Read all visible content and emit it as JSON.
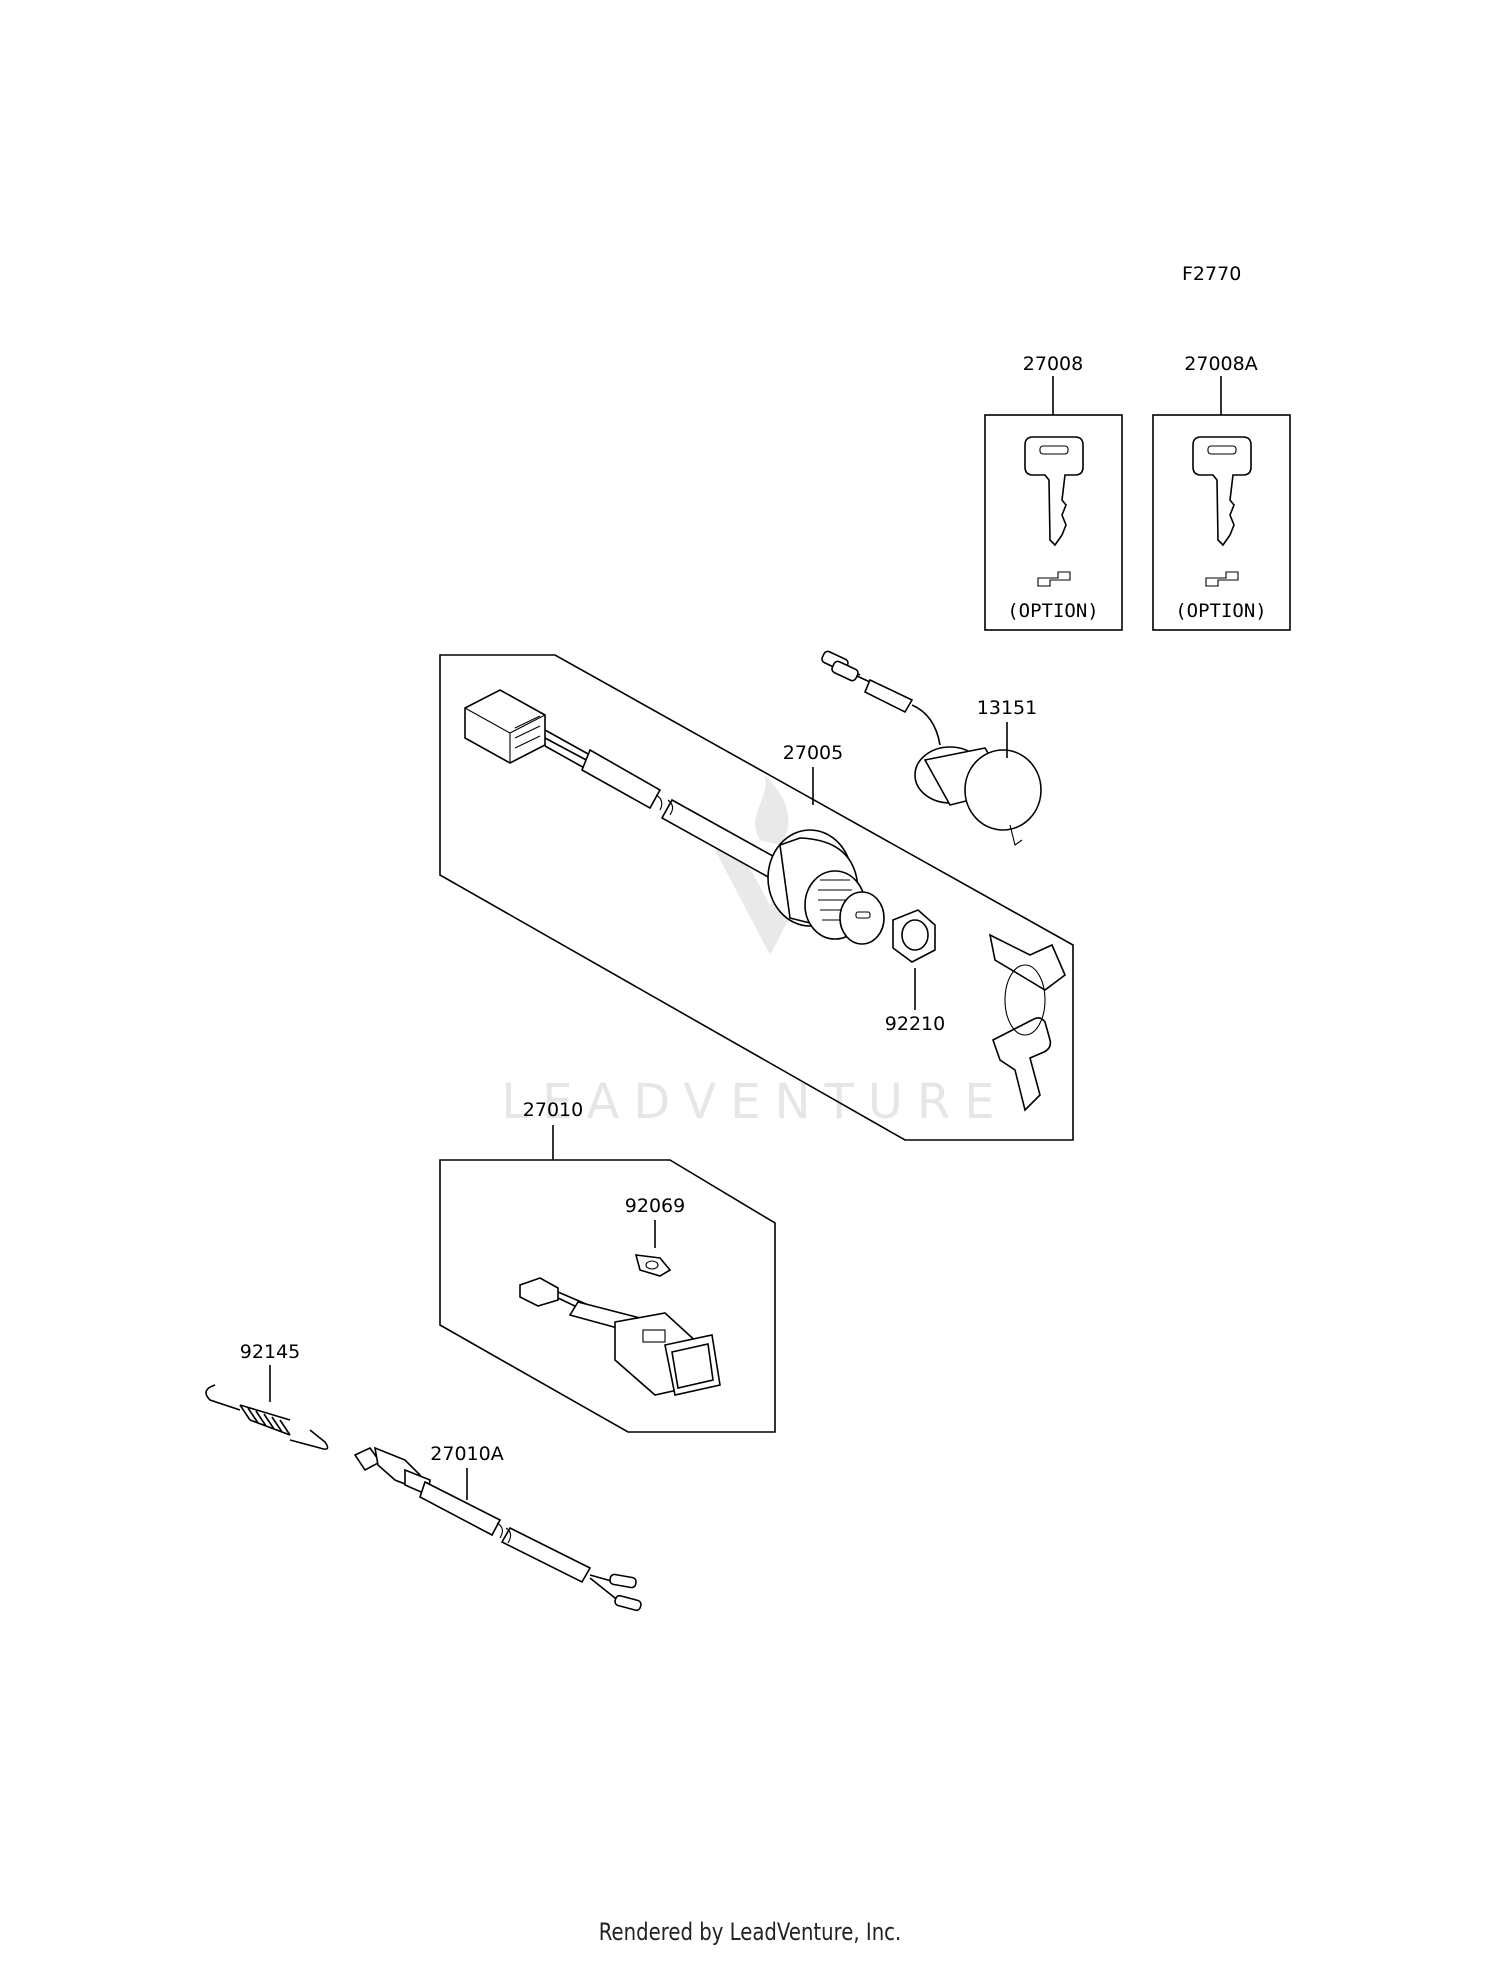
{
  "figure_code": "F2770",
  "watermark": "LEADVENTURE",
  "footer": "Rendered by LeadVenture, Inc.",
  "parts": {
    "key_blank": "27008",
    "key_blank_alt": "27008A",
    "option_label_1": "(OPTION)",
    "option_label_2": "(OPTION)",
    "socket": "13151",
    "ignition_switch": "27005",
    "nut": "92210",
    "switch_assy": "27010",
    "clip": "92069",
    "spring": "92145",
    "stop_switch": "27010A"
  }
}
